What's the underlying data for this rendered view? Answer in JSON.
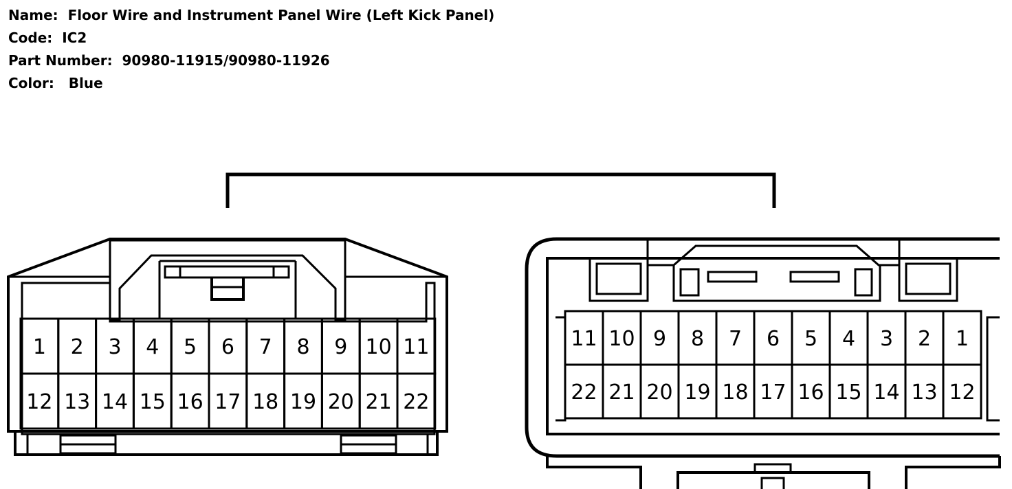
{
  "info": {
    "name_label": "Name:",
    "name_value": "Floor Wire and Instrument Panel Wire (Left Kick Panel)",
    "code_label": "Code:",
    "code_value": "IC2",
    "part_label": "Part Number:",
    "part_value": "90980-11915/90980-11926",
    "color_label": "Color:",
    "color_value": "Blue"
  },
  "colors": {
    "line": "#000000",
    "background": "#ffffff"
  },
  "connectors": {
    "left": {
      "row1": [
        "1",
        "2",
        "3",
        "4",
        "5",
        "6",
        "7",
        "8",
        "9",
        "10",
        "11"
      ],
      "row2": [
        "12",
        "13",
        "14",
        "15",
        "16",
        "17",
        "18",
        "19",
        "20",
        "21",
        "22"
      ]
    },
    "right": {
      "row1": [
        "11",
        "10",
        "9",
        "8",
        "7",
        "6",
        "5",
        "4",
        "3",
        "2",
        "1"
      ],
      "row2": [
        "22",
        "21",
        "20",
        "19",
        "18",
        "17",
        "16",
        "15",
        "14",
        "13",
        "12"
      ]
    }
  }
}
